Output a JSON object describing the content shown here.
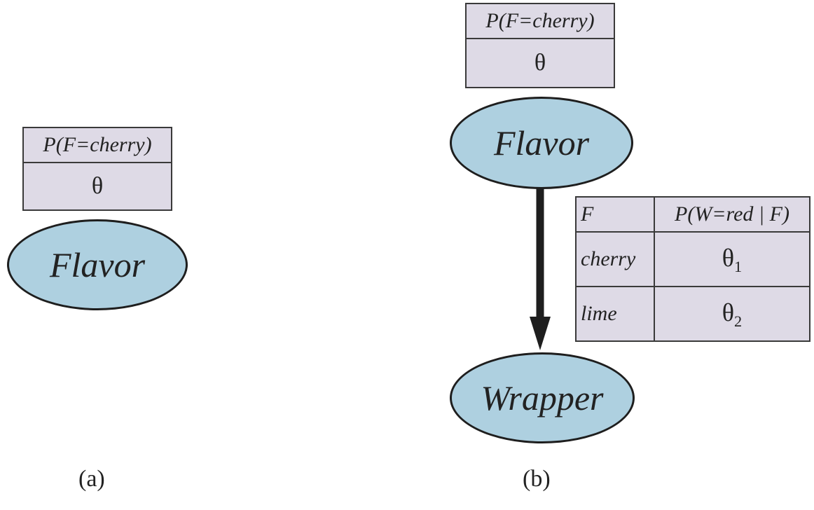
{
  "panel_a": {
    "cpt": {
      "header": "P(F=cherry)",
      "value": "θ"
    },
    "node": {
      "label": "Flavor"
    },
    "caption": "(a)"
  },
  "panel_b": {
    "flavor_cpt": {
      "header": "P(F=cherry)",
      "value": "θ"
    },
    "flavor_node": {
      "label": "Flavor"
    },
    "wrapper_node": {
      "label": "Wrapper"
    },
    "edge": {
      "from": "Flavor",
      "to": "Wrapper"
    },
    "wrapper_cpt": {
      "headers": [
        "F",
        "P(W=red | F)"
      ],
      "rows": [
        {
          "f": "cherry",
          "theta": "θ",
          "sub": "1"
        },
        {
          "f": "lime",
          "theta": "θ",
          "sub": "2"
        }
      ]
    },
    "caption": "(b)"
  },
  "colors": {
    "node_fill": "#aed0e0",
    "table_fill": "#dedae6",
    "edge": "#1e1e1e"
  }
}
